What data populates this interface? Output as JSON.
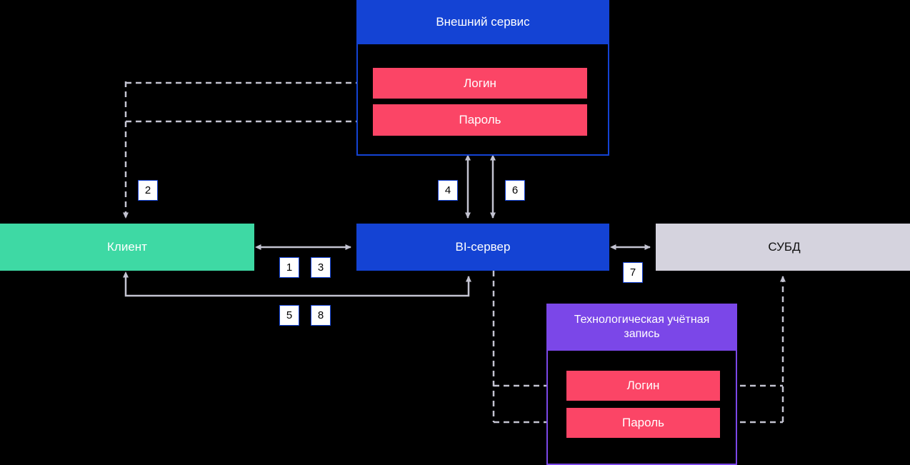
{
  "diagram": {
    "title_absent": true,
    "background_color": "#000000",
    "colors": {
      "blue": "#1443D4",
      "green": "#3ED9A4",
      "pink": "#FB4566",
      "purple": "#7B47E8",
      "grey": "#D5D3DE",
      "connector": "#C3C3D1",
      "badge_text": "#000000"
    },
    "nodes": {
      "external_service": {
        "label": "Внешний сервис",
        "fields": [
          {
            "label": "Логин"
          },
          {
            "label": "Пароль"
          }
        ]
      },
      "client": {
        "label": "Клиент"
      },
      "bi_server": {
        "label": "BI-сервер"
      },
      "dbms": {
        "label": "СУБД"
      },
      "tech_account": {
        "label": "Технологическая учётная запись",
        "fields": [
          {
            "label": "Логин"
          },
          {
            "label": "Пароль"
          }
        ]
      }
    },
    "step_badges": [
      {
        "id": "badge-2",
        "label": "2"
      },
      {
        "id": "badge-4",
        "label": "4"
      },
      {
        "id": "badge-6",
        "label": "6"
      },
      {
        "id": "badge-1",
        "label": "1"
      },
      {
        "id": "badge-3",
        "label": "3"
      },
      {
        "id": "badge-7",
        "label": "7"
      },
      {
        "id": "badge-5",
        "label": "5"
      },
      {
        "id": "badge-8",
        "label": "8"
      }
    ]
  }
}
